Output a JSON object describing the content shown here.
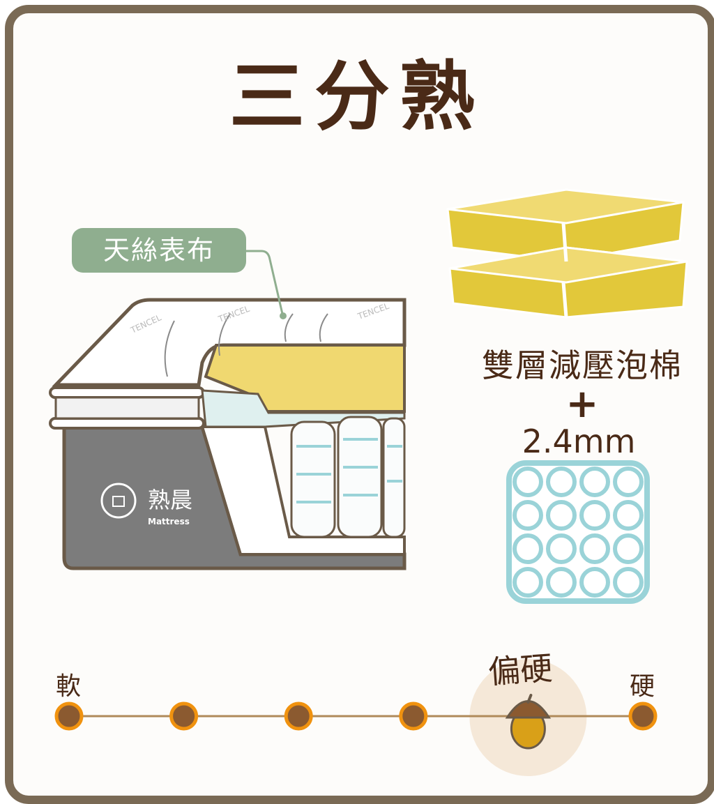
{
  "title": "三分熟",
  "cover_label": "天絲表布",
  "watermark": "TENCEL",
  "logo": {
    "name": "熟晨",
    "sub": "Mattress"
  },
  "foam_label": "雙層減壓泡棉",
  "plus": "+",
  "coil_label": "2.4mm",
  "scale": {
    "left_label": "軟",
    "right_label": "硬",
    "selected_label": "偏硬",
    "levels": 6,
    "selected_index": 4
  },
  "colors": {
    "text": "#4a2a17",
    "frame": "#7a6a55",
    "accent": "#f0920f",
    "dot": "#8b5a30",
    "foam": "#e2c83a",
    "coil": "#9ad3d8",
    "tag": "#8fae8f"
  }
}
